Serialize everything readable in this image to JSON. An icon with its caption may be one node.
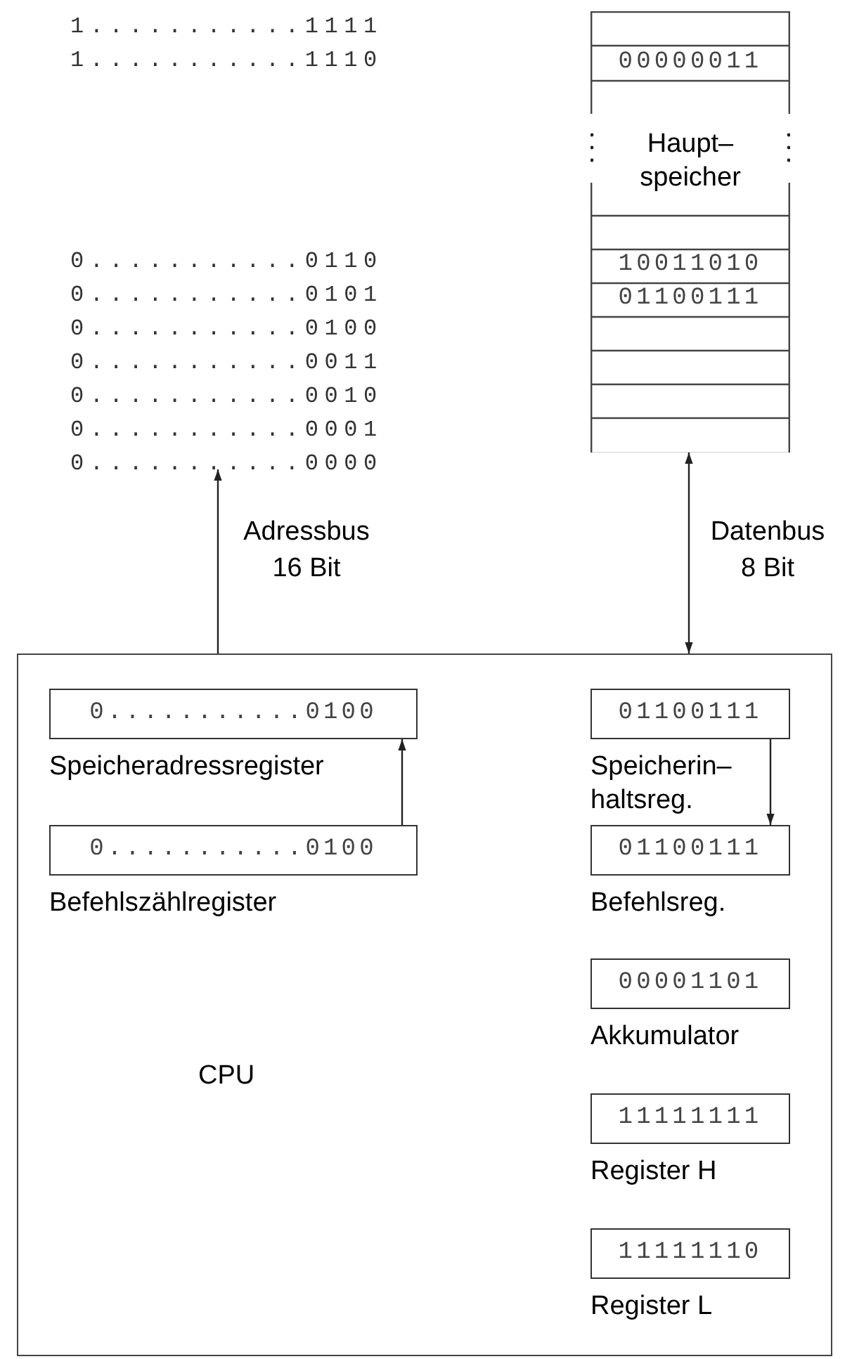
{
  "diagram": {
    "nodes": [
      {
        "text": [
          "1...........1111",
          "1...........1110",
          "0...........0110",
          "0...........0101",
          "0...........0100",
          "0...........0011",
          "0...........0010",
          "0...........0001",
          "0...........0000"
        ]
      },
      {
        "text": [
          "00000011",
          "Haupt– speicher",
          "10011010",
          "01100111"
        ]
      },
      {
        "text": [
          "CPU"
        ]
      },
      {
        "text": [
          "0...........0100"
        ],
        "in": 2,
        "beside": [
          "Speicheradressregister"
        ]
      },
      {
        "text": [
          "0...........0100"
        ],
        "in": 2,
        "beside": [
          "Befehlszählregister"
        ]
      },
      {
        "text": [
          "01100111"
        ],
        "in": 2,
        "beside": [
          "Speicherin– haltsreg."
        ]
      },
      {
        "text": [
          "01100111"
        ],
        "in": 2,
        "beside": [
          "Befehlsreg."
        ]
      },
      {
        "text": [
          "00001101"
        ],
        "in": 2,
        "beside": [
          "Akkumulator"
        ]
      },
      {
        "text": [
          "11111111"
        ],
        "in": 2,
        "beside": [
          "Register H"
        ]
      },
      {
        "text": [
          "11111110"
        ],
        "in": 2,
        "beside": [
          "Register L"
        ]
      }
    ],
    "edges": [
      {
        "from": 2,
        "to": 0,
        "arrow": "to",
        "label": "Adressbus 16 Bit"
      },
      {
        "from": 1,
        "to": 2,
        "arrow": "both",
        "label": "Datenbus 8 Bit"
      },
      {
        "from": 4,
        "to": 3,
        "arrow": "to"
      },
      {
        "from": 5,
        "to": 6,
        "arrow": "to"
      }
    ]
  }
}
